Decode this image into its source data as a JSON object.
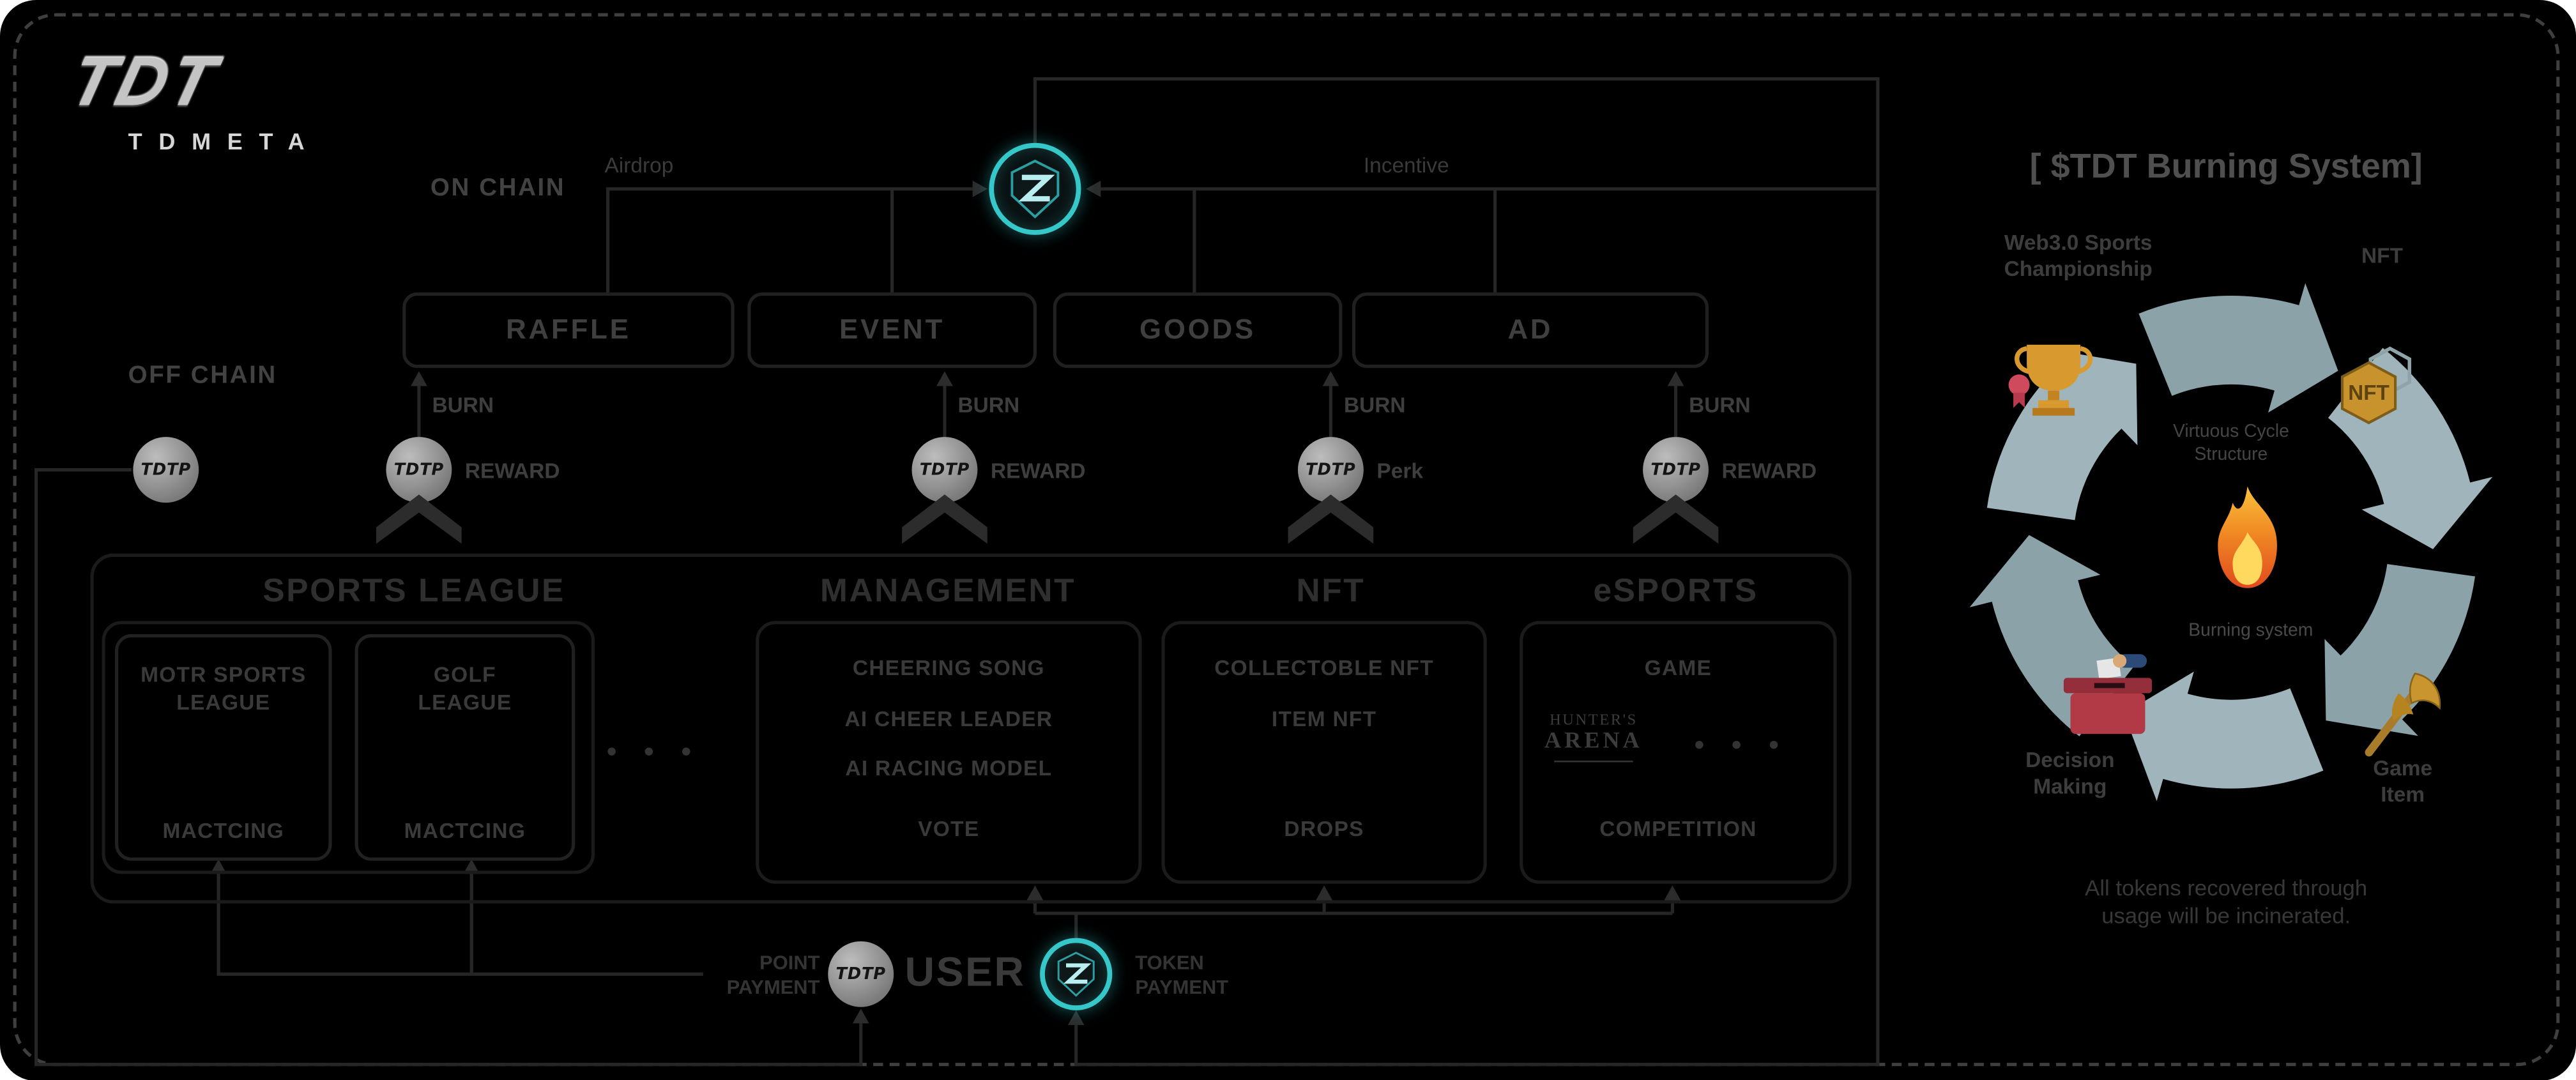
{
  "brand": {
    "logo_text": "TDT",
    "wordmark": "TDMETA"
  },
  "chain_labels": {
    "on_chain": "ON CHAIN",
    "off_chain": "OFF CHAIN"
  },
  "flow_labels": {
    "airdrop": "Airdrop",
    "incentive": "Incentive"
  },
  "coin": {
    "text": "TDTP"
  },
  "top_boxes": [
    {
      "label": "RAFFLE",
      "burn": "BURN",
      "coin_label": "REWARD"
    },
    {
      "label": "EVENT",
      "burn": "BURN",
      "coin_label": "REWARD"
    },
    {
      "label": "GOODS",
      "burn": "BURN",
      "coin_label": "Perk"
    },
    {
      "label": "AD",
      "burn": "BURN",
      "coin_label": "REWARD"
    }
  ],
  "sections": {
    "sports_league": {
      "title": "SPORTS LEAGUE",
      "cards": [
        {
          "name_line1": "MOTR SPORTS",
          "name_line2": "LEAGUE",
          "bottom": "MACTCING"
        },
        {
          "name_line1": "GOLF",
          "name_line2": "LEAGUE",
          "bottom": "MACTCING"
        }
      ],
      "dots": "• • •"
    },
    "management": {
      "title": "MANAGEMENT",
      "items": [
        "CHEERING SONG",
        "AI CHEER LEADER",
        "AI RACING MODEL"
      ],
      "bottom": "VOTE"
    },
    "nft": {
      "title": "NFT",
      "items": [
        "COLLECTOBLE NFT",
        "ITEM NFT"
      ],
      "bottom": "DROPS"
    },
    "esports": {
      "title": "eSPORTS",
      "items": [
        "GAME"
      ],
      "logo_line1": "HUNTER'S",
      "logo_line2": "ARENA",
      "dots": "• • •",
      "bottom": "COMPETITION"
    }
  },
  "bottom": {
    "user": "USER",
    "point_payment_line1": "POINT",
    "point_payment_line2": "PAYMENT",
    "token_payment_line1": "TOKEN",
    "token_payment_line2": "PAYMENT"
  },
  "burning_panel": {
    "title": "[ $TDT Burning System]",
    "center_line1": "Virtuous Cycle",
    "center_line2": "Structure",
    "nodes": {
      "championship_line1": "Web3.0 Sports",
      "championship_line2": "Championship",
      "nft": "NFT",
      "game_line1": "Game",
      "game_line2": "Item",
      "decision_line1": "Decision",
      "decision_line2": "Making",
      "burning": "Burning system"
    },
    "footer_line1": "All tokens recovered through",
    "footer_line2": "usage will be incinerated."
  },
  "colors": {
    "accent_teal": "#36c7c9",
    "coin_gray": "#9a9a9a",
    "flame_orange": "#f08a24"
  }
}
